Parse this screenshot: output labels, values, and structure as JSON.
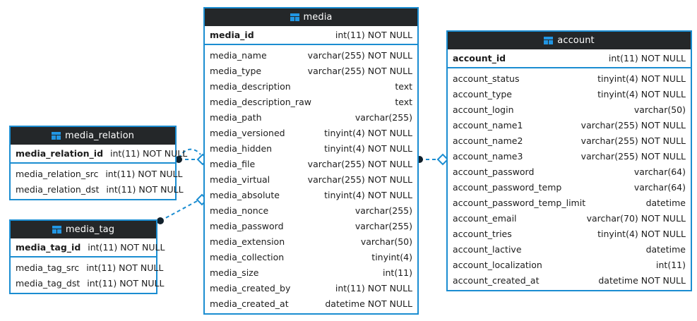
{
  "diagram": {
    "type": "er-diagram",
    "background": "#ffffff",
    "accent_color": "#1b8dd1",
    "header_bg": "#242729",
    "header_text_color": "#ffffff",
    "icon_color": "#2196e3",
    "text_color": "#1c1c1c"
  },
  "entities": [
    {
      "id": "media",
      "title": "media",
      "icon": "table-icon",
      "primary_key": {
        "name": "media_id",
        "type": "int(11) NOT NULL"
      },
      "fields": [
        {
          "name": "media_name",
          "type": "varchar(255) NOT NULL"
        },
        {
          "name": "media_type",
          "type": "varchar(255) NOT NULL"
        },
        {
          "name": "media_description",
          "type": "text"
        },
        {
          "name": "media_description_raw",
          "type": "text"
        },
        {
          "name": "media_path",
          "type": "varchar(255)"
        },
        {
          "name": "media_versioned",
          "type": "tinyint(4) NOT NULL"
        },
        {
          "name": "media_hidden",
          "type": "tinyint(4) NOT NULL"
        },
        {
          "name": "media_file",
          "type": "varchar(255) NOT NULL"
        },
        {
          "name": "media_virtual",
          "type": "varchar(255) NOT NULL"
        },
        {
          "name": "media_absolute",
          "type": "tinyint(4) NOT NULL"
        },
        {
          "name": "media_nonce",
          "type": "varchar(255)"
        },
        {
          "name": "media_password",
          "type": "varchar(255)"
        },
        {
          "name": "media_extension",
          "type": "varchar(50)"
        },
        {
          "name": "media_collection",
          "type": "tinyint(4)"
        },
        {
          "name": "media_size",
          "type": "int(11)"
        },
        {
          "name": "media_created_by",
          "type": "int(11) NOT NULL"
        },
        {
          "name": "media_created_at",
          "type": "datetime NOT NULL"
        }
      ]
    },
    {
      "id": "account",
      "title": "account",
      "icon": "table-icon",
      "primary_key": {
        "name": "account_id",
        "type": "int(11) NOT NULL"
      },
      "fields": [
        {
          "name": "account_status",
          "type": "tinyint(4) NOT NULL"
        },
        {
          "name": "account_type",
          "type": "tinyint(4) NOT NULL"
        },
        {
          "name": "account_login",
          "type": "varchar(50)"
        },
        {
          "name": "account_name1",
          "type": "varchar(255) NOT NULL"
        },
        {
          "name": "account_name2",
          "type": "varchar(255) NOT NULL"
        },
        {
          "name": "account_name3",
          "type": "varchar(255) NOT NULL"
        },
        {
          "name": "account_password",
          "type": "varchar(64)"
        },
        {
          "name": "account_password_temp",
          "type": "varchar(64)"
        },
        {
          "name": "account_password_temp_limit",
          "type": "datetime"
        },
        {
          "name": "account_email",
          "type": "varchar(70) NOT NULL"
        },
        {
          "name": "account_tries",
          "type": "tinyint(4) NOT NULL"
        },
        {
          "name": "account_lactive",
          "type": "datetime"
        },
        {
          "name": "account_localization",
          "type": "int(11)"
        },
        {
          "name": "account_created_at",
          "type": "datetime NOT NULL"
        }
      ]
    },
    {
      "id": "media_relation",
      "title": "media_relation",
      "icon": "table-icon",
      "primary_key": {
        "name": "media_relation_id",
        "type": "int(11) NOT NULL"
      },
      "fields": [
        {
          "name": "media_relation_src",
          "type": "int(11) NOT NULL"
        },
        {
          "name": "media_relation_dst",
          "type": "int(11) NOT NULL"
        }
      ]
    },
    {
      "id": "media_tag",
      "title": "media_tag",
      "icon": "table-icon",
      "primary_key": {
        "name": "media_tag_id",
        "type": "int(11) NOT NULL"
      },
      "fields": [
        {
          "name": "media_tag_src",
          "type": "int(11) NOT NULL"
        },
        {
          "name": "media_tag_dst",
          "type": "int(11) NOT NULL"
        }
      ]
    }
  ],
  "relationships": [
    {
      "id": "rel-media_relation-media-1",
      "from": "media_relation",
      "to": "media",
      "from_marker": "filled-circle",
      "to_marker": "hollow-diamond",
      "style": "dashed",
      "shape": "curved"
    },
    {
      "id": "rel-media_relation-media-2",
      "from": "media_relation",
      "to": "media",
      "from_marker": "filled-circle",
      "to_marker": "hollow-diamond",
      "style": "dashed",
      "shape": "straight"
    },
    {
      "id": "rel-media_tag-media",
      "from": "media_tag",
      "to": "media",
      "from_marker": "filled-circle",
      "to_marker": "hollow-diamond",
      "style": "dashed",
      "shape": "straight"
    },
    {
      "id": "rel-media-account",
      "from": "media",
      "to": "account",
      "from_marker": "filled-circle",
      "to_marker": "hollow-diamond",
      "style": "dashed",
      "shape": "straight"
    }
  ]
}
